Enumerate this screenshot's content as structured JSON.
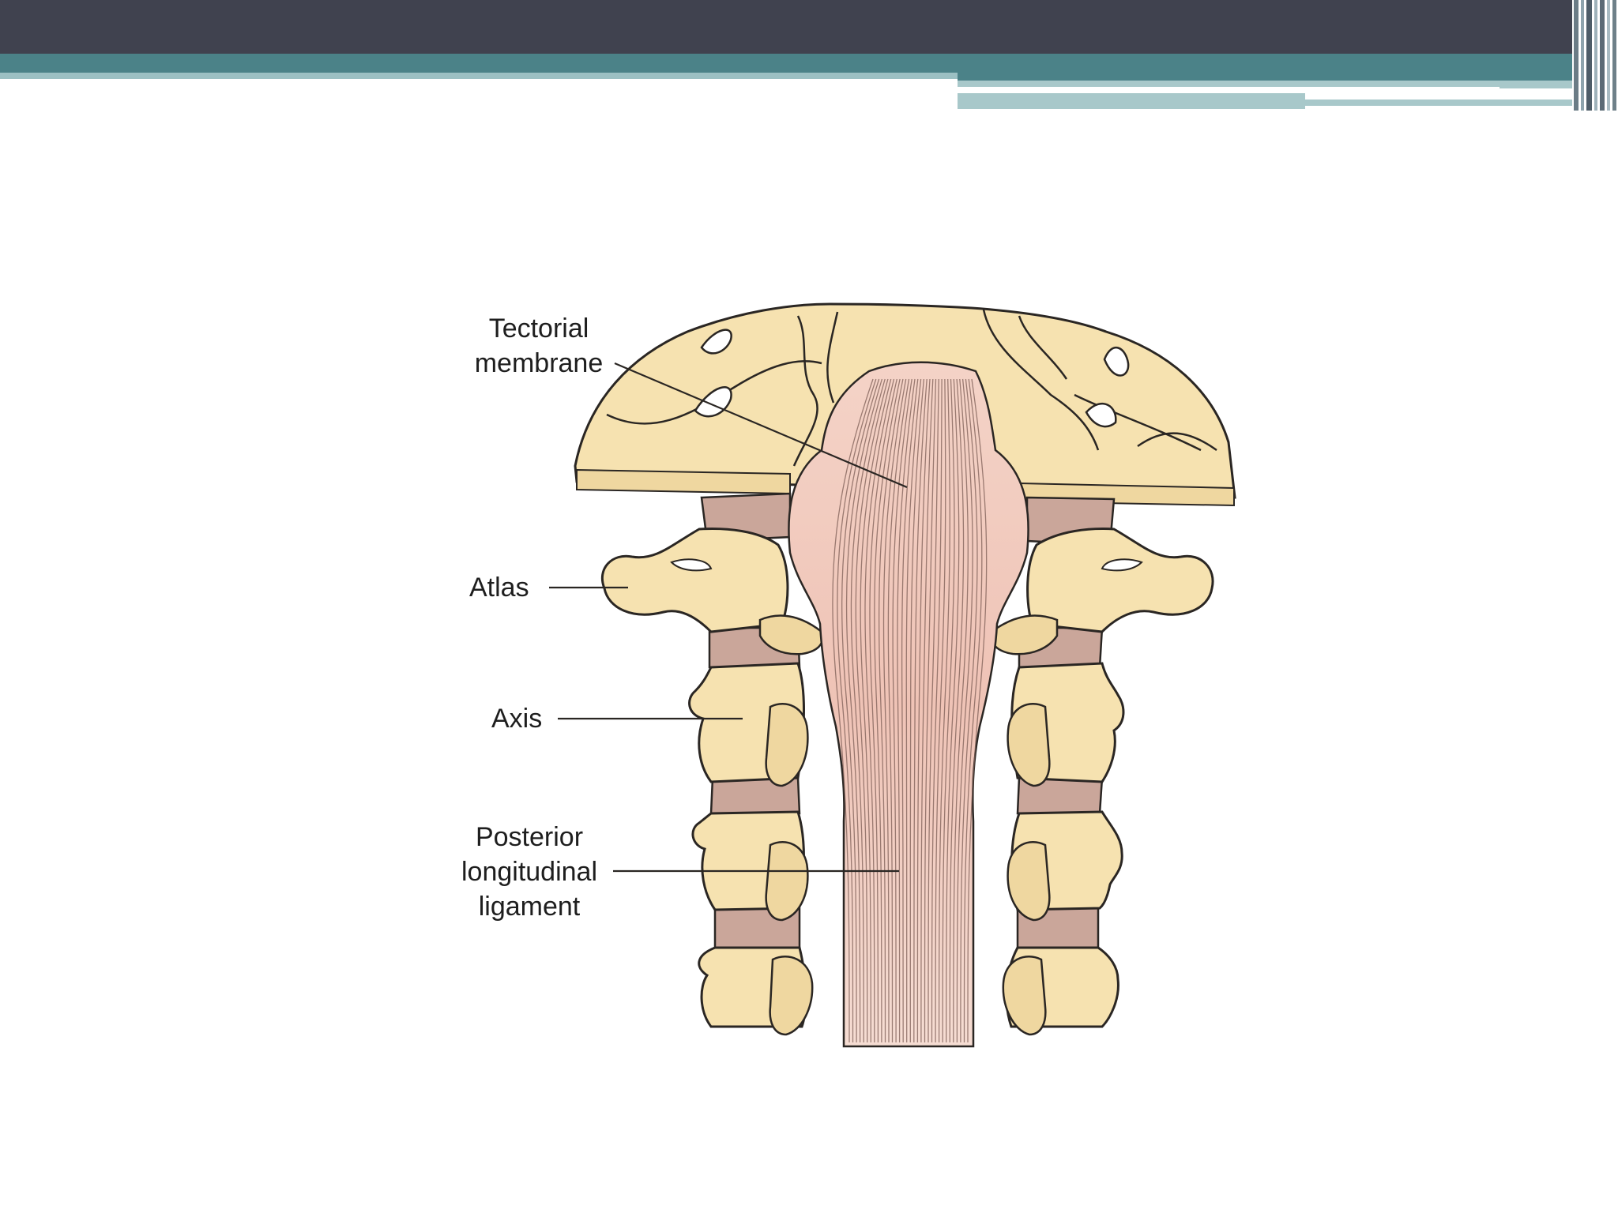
{
  "figure": {
    "labels": {
      "tectorial_line1": "Tectorial",
      "tectorial_line2": "membrane",
      "atlas": "Atlas",
      "axis": "Axis",
      "posterior_line1": "Posterior",
      "posterior_line2": "longitudinal",
      "posterior_line3": "ligament"
    },
    "colors": {
      "bone": "#f6e2b0",
      "ligament": "#f1c9bd",
      "disc": "#caa69a",
      "outline": "#2a2623"
    }
  },
  "theme": {
    "header_dark": "#40424f",
    "accent_teal": "#4b8288",
    "accent_teal_light": "#a8c8ca"
  }
}
